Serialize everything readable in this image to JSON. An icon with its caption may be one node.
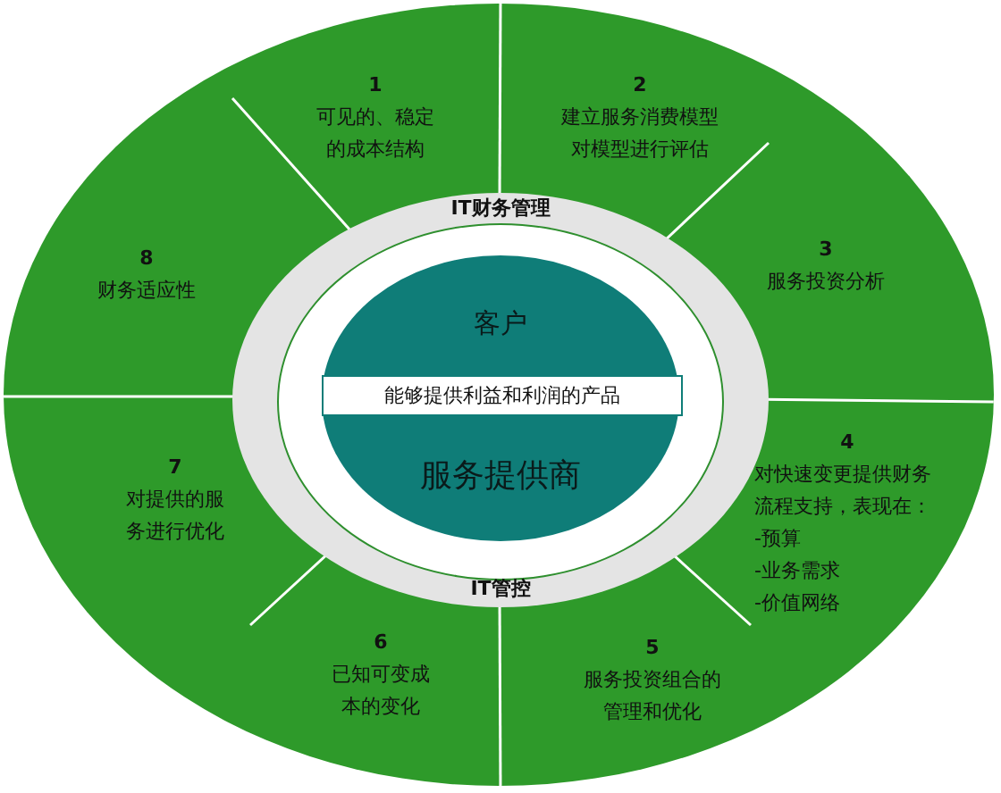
{
  "diagram": {
    "nodes": [
      {
        "text": [
          "1",
          "可见的、稳定的成本结构"
        ]
      },
      {
        "text": [
          "2",
          "建立服务消费模型对模型进行评估"
        ]
      },
      {
        "text": [
          "3",
          "服务投资分析"
        ]
      },
      {
        "text": [
          "4",
          "对快速变更提供财务流程支持，表现在：",
          "-预算",
          "-业务需求",
          "-价值网络"
        ]
      },
      {
        "text": [
          "5",
          "服务投资组合的管理和优化"
        ]
      },
      {
        "text": [
          "6",
          "已知可变成本的变化"
        ]
      },
      {
        "text": [
          "7",
          "对提供的服务进行优化"
        ]
      },
      {
        "text": [
          "8",
          "财务适应性"
        ]
      },
      {
        "text": [
          "IT财务管理",
          "IT管控"
        ]
      },
      {
        "text": [
          "客户",
          "服务提供商"
        ],
        "in": 8
      },
      {
        "text": [
          "能够提供利益和利润的产品"
        ],
        "in": 9
      }
    ]
  }
}
